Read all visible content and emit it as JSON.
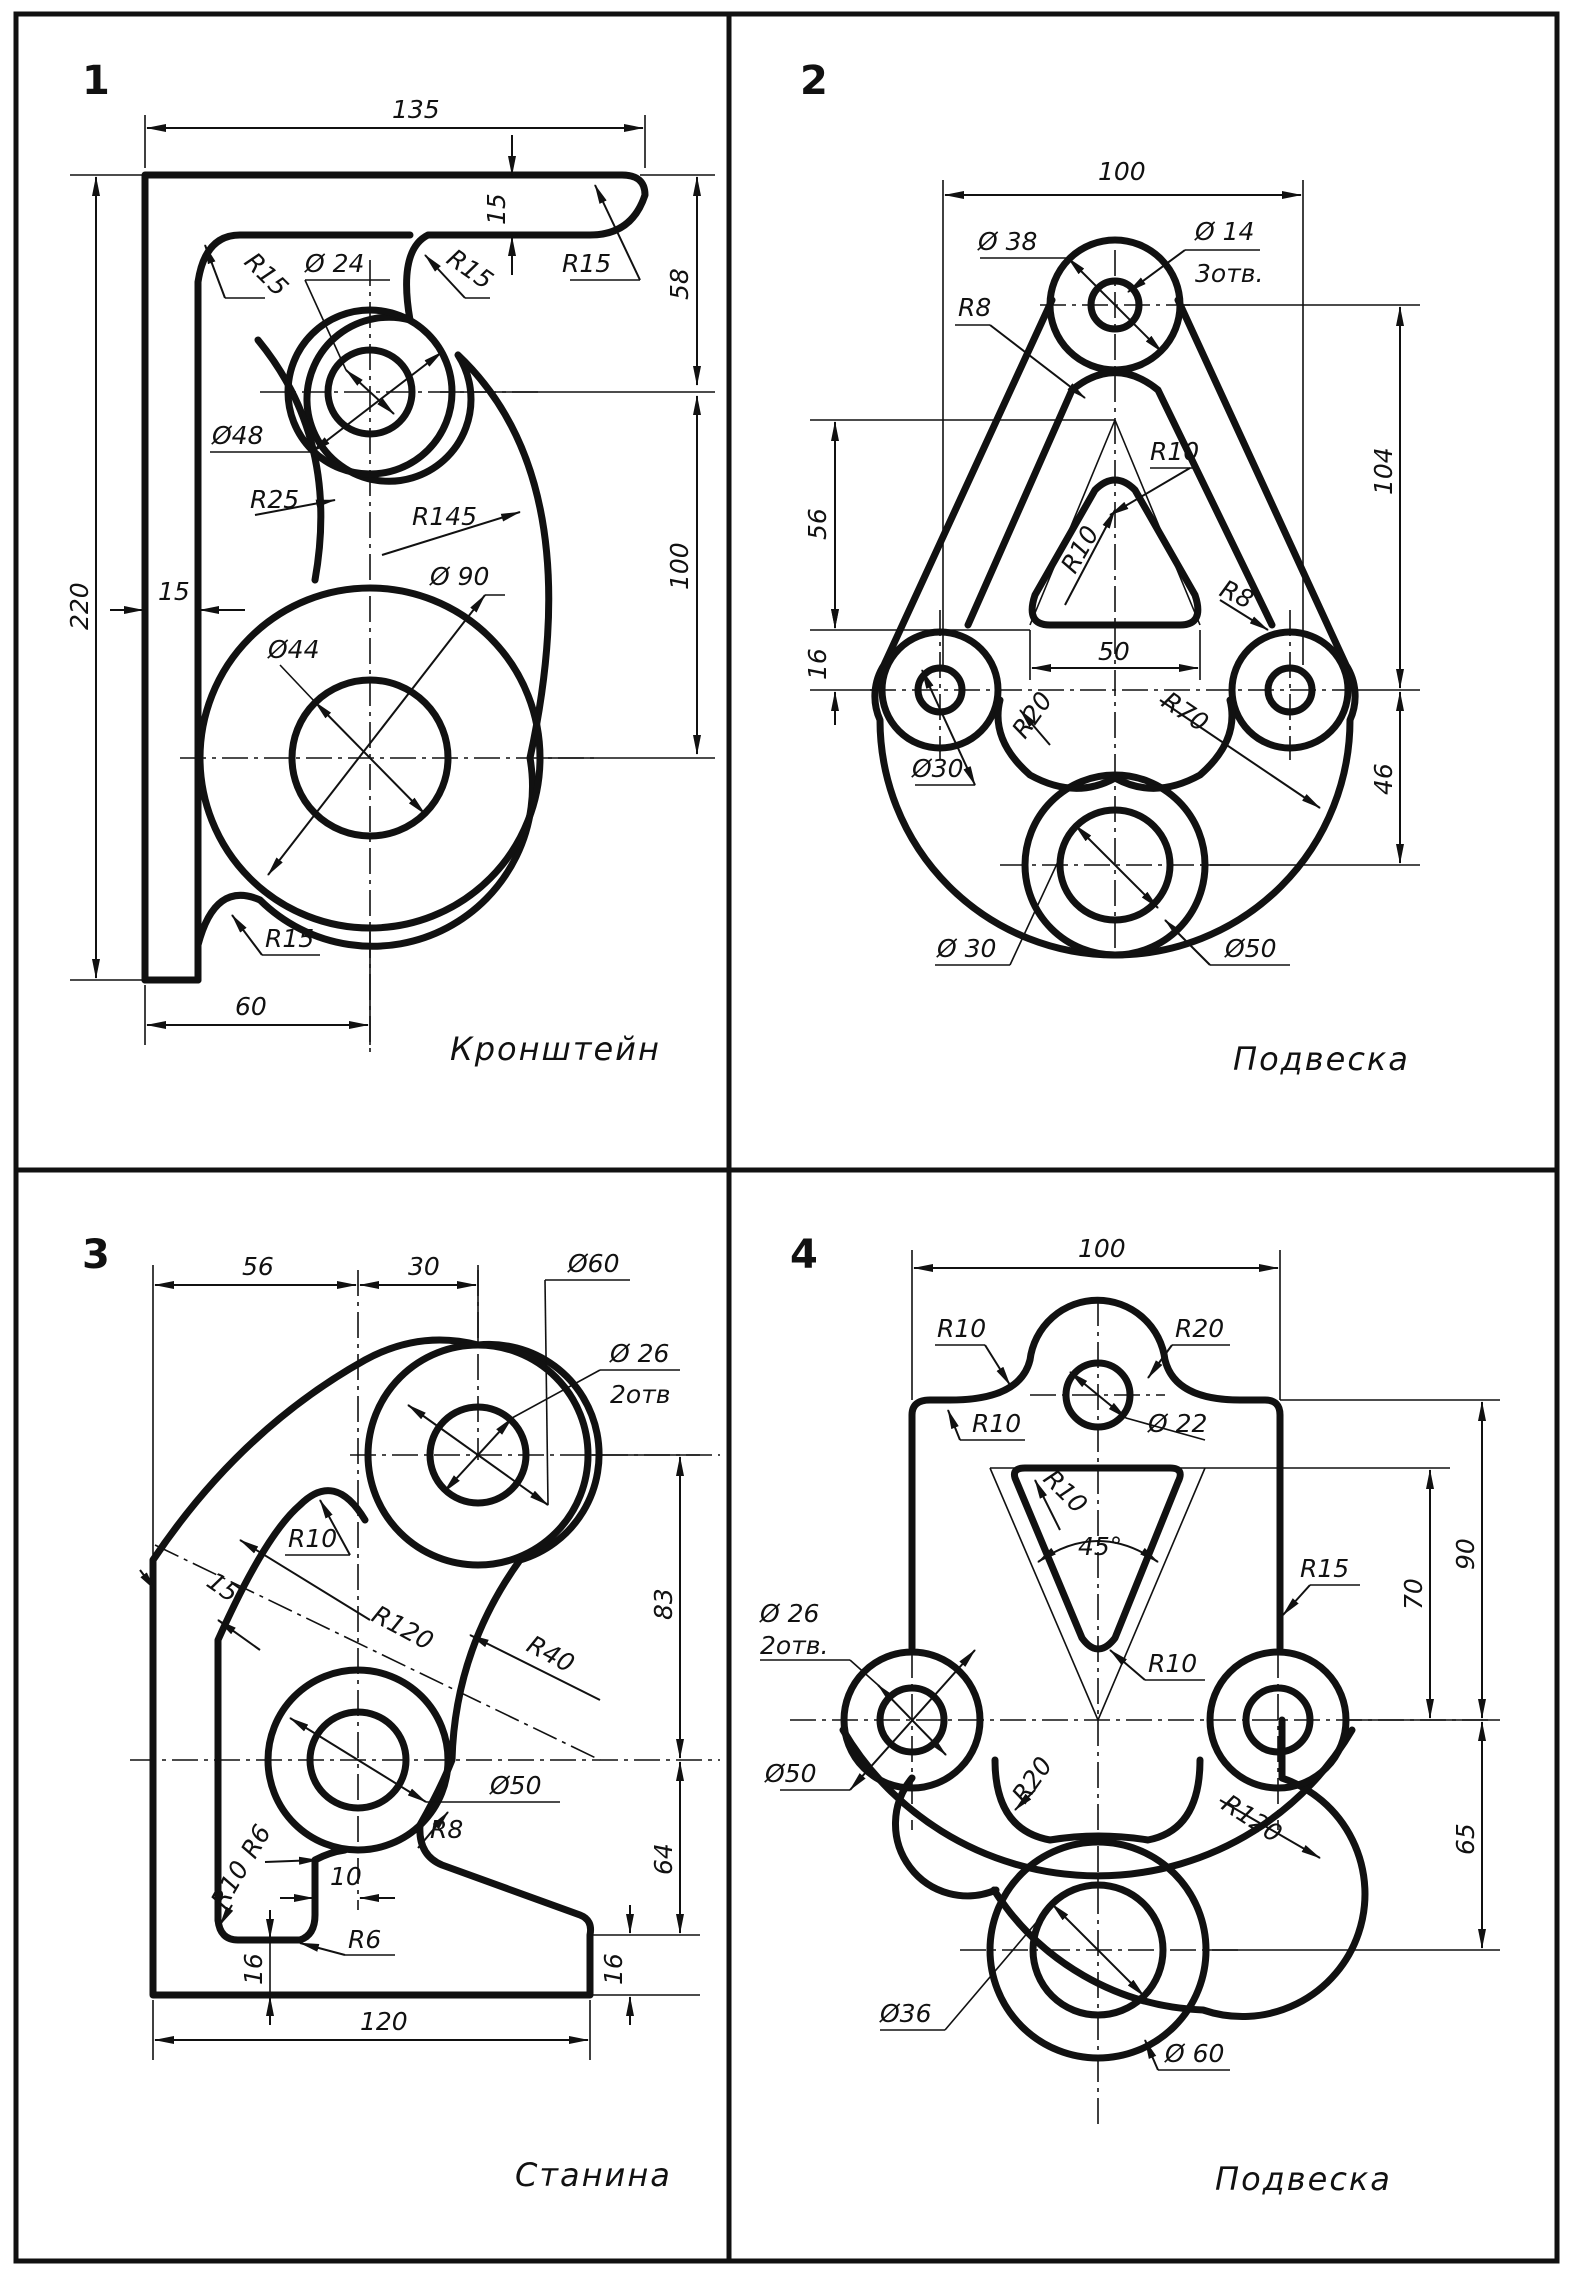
{
  "panels": [
    {
      "number": "1",
      "title": "Кронштейн",
      "dims": {
        "w135": "135",
        "t15": "15",
        "r15a": "R15",
        "r15b": "R15",
        "r15c": "R15",
        "h58": "58",
        "d24": "Ø 24",
        "d48": "Ø48",
        "r25": "R25",
        "r145": "R145",
        "h100": "100",
        "d90": "Ø 90",
        "d44": "Ø44",
        "w15": "15",
        "h220": "220",
        "r15d": "R15",
        "w60": "60"
      }
    },
    {
      "number": "2",
      "title": "Подвеска",
      "dims": {
        "w100": "100",
        "d38": "Ø 38",
        "d14": "Ø 14",
        "holes": "3отв.",
        "r8a": "R8",
        "h104": "104",
        "r10a": "R10",
        "h56": "56",
        "r10b": "R10",
        "r8b": "R8",
        "h16": "16",
        "w50": "50",
        "r20": "R20",
        "r70": "R70",
        "d30a": "Ø30",
        "h46": "46",
        "d30b": "Ø 30",
        "d50": "Ø50"
      }
    },
    {
      "number": "3",
      "title": "Станина",
      "dims": {
        "w56": "56",
        "w30": "30",
        "d60": "Ø60",
        "d26": "Ø 26",
        "holes": "2отв",
        "r10a": "R10",
        "t15": "15",
        "r120": "R120",
        "r40": "R40",
        "h83": "83",
        "d50": "Ø50",
        "r10b": "R10",
        "r6a": "R6",
        "w10": "10",
        "r8": "R8",
        "h64": "64",
        "h16a": "16",
        "r6b": "R6",
        "h16b": "16",
        "w120": "120"
      }
    },
    {
      "number": "4",
      "title": "Подвеска",
      "dims": {
        "w100": "100",
        "r10a": "R10",
        "r20a": "R20",
        "r10b": "R10",
        "d22": "Ø 22",
        "r10c": "R10",
        "a45": "45°",
        "r15": "R15",
        "h70": "70",
        "h90": "90",
        "d26": "Ø 26",
        "holes": "2отв.",
        "r10d": "R10",
        "d50": "Ø50",
        "r20b": "R20",
        "r120": "R120",
        "h65": "65",
        "d36": "Ø36",
        "d60": "Ø 60"
      }
    }
  ]
}
